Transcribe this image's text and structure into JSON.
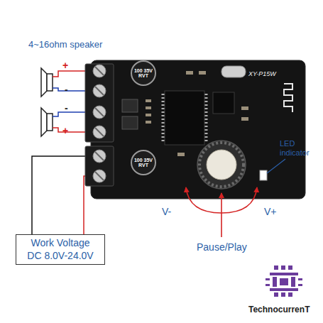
{
  "diagram": {
    "nodes": [
      {
        "text": [
          "XY-P15W"
        ]
      },
      {
        "text": [
          "100 35V RVT"
        ],
        "in": 0
      },
      {
        "text": [
          "100 35V RVT"
        ],
        "in": 0
      },
      {
        "text": [
          "Work Voltage DC 8.0V-24.0V"
        ]
      }
    ],
    "edges": [
      {
        "from": 3,
        "to": 0,
        "arrow": "none"
      },
      {
        "from": 3,
        "to": 0,
        "arrow": "none"
      }
    ],
    "labels": [
      "4~16ohm speaker",
      "+",
      "-",
      "-",
      "+",
      "LED indicator",
      "V-",
      "Pause/Play",
      "V+",
      "TechnocurrenT"
    ]
  }
}
